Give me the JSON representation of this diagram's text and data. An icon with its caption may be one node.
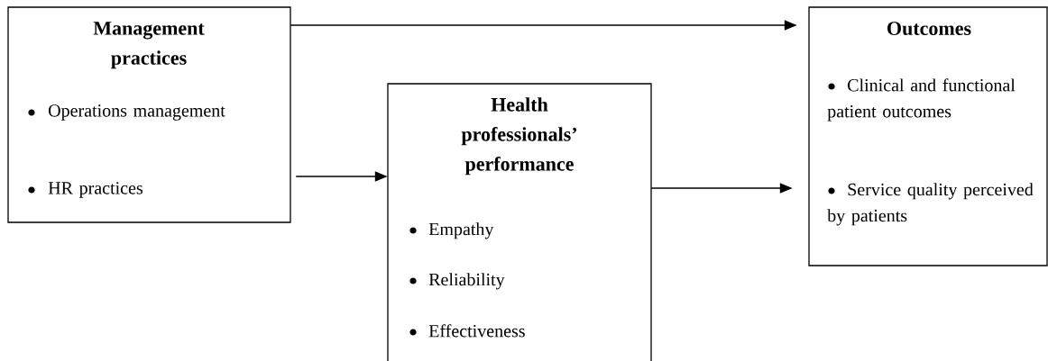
{
  "diagram": {
    "nodes": [
      {
        "text": [
          "Management practices",
          "Operations management",
          "HR practices"
        ]
      },
      {
        "text": [
          "Health professionals’ performance",
          "Empathy",
          "Reliability",
          "Effectiveness"
        ]
      },
      {
        "text": [
          "Outcomes",
          "Clinical and functional patient outcomes",
          "Service quality perceived by patients"
        ]
      }
    ],
    "edges": [
      {
        "from": 0,
        "to": 2,
        "arrow": "to"
      },
      {
        "from": 0,
        "to": 1,
        "arrow": "to"
      },
      {
        "from": 1,
        "to": 2,
        "arrow": "to"
      }
    ]
  }
}
